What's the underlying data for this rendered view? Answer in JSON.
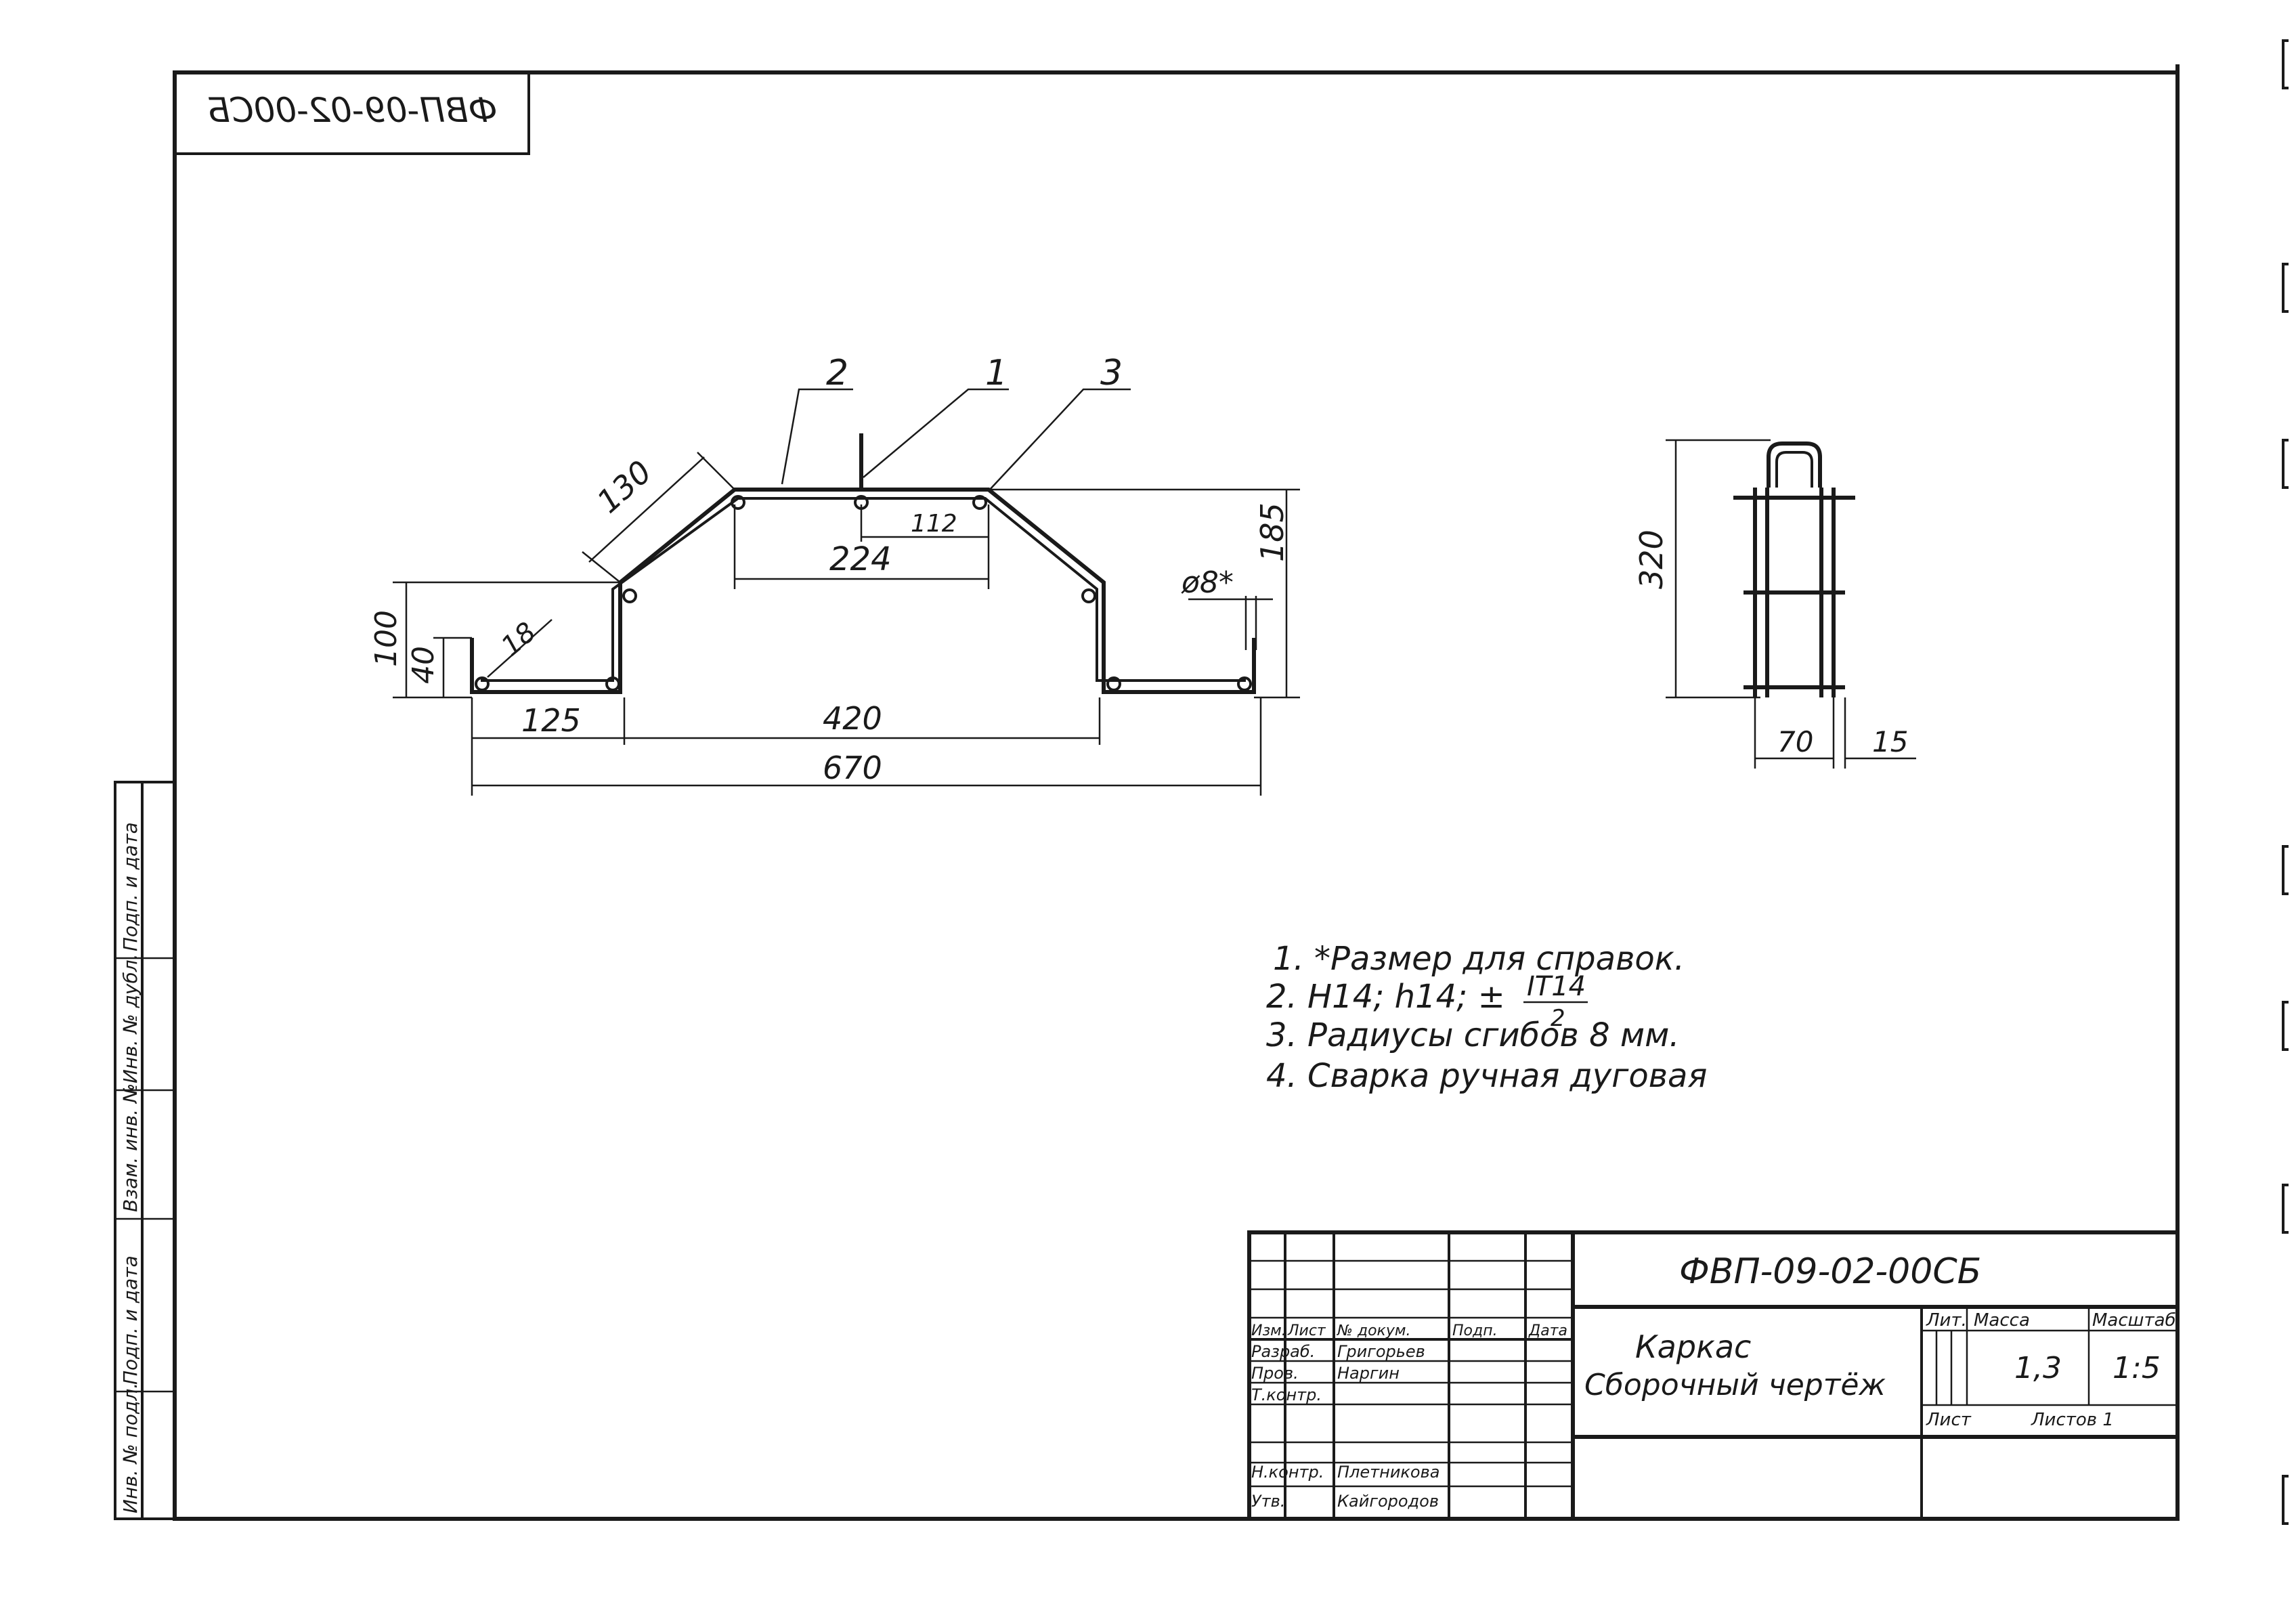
{
  "drawing": {
    "code": "ФВП-09-02-00СБ",
    "code_mirrored": "ФВП-09-02-00СБ"
  },
  "front_view": {
    "callouts": [
      "2",
      "1",
      "3"
    ],
    "dims": {
      "d130": "130",
      "d112": "112",
      "d224": "224",
      "d185": "185",
      "d8": "ø8*",
      "d100": "100",
      "d40": "40",
      "d18": "18",
      "d125": "125",
      "d420": "420",
      "d670": "670"
    }
  },
  "side_view": {
    "dims": {
      "d320": "320",
      "d70": "70",
      "d15": "15"
    }
  },
  "notes": [
    "1. *Размер для справок.",
    "2. H14; h14; ±",
    "IT14",
    "2",
    "3. Радиусы сгибов 8 мм.",
    "4. Сварка ручная дуговая"
  ],
  "title_block": {
    "code": "ФВП-09-02-00СБ",
    "name_line1": "Каркас",
    "name_line2": "Сборочный чертёж",
    "headers": [
      "Изм.",
      "Лист",
      "№ докум.",
      "Подп.",
      "Дата"
    ],
    "rows": [
      {
        "role": "Разраб.",
        "name": "Григорьев",
        "sign": "",
        "date": ""
      },
      {
        "role": "Пров.",
        "name": "Наргин",
        "sign": "",
        "date": ""
      },
      {
        "role": "Т.контр.",
        "name": "",
        "sign": "",
        "date": ""
      },
      {
        "role": "Н.контр.",
        "name": "Плетникова",
        "sign": "",
        "date": ""
      },
      {
        "role": "Утв.",
        "name": "Кайгородов",
        "sign": "",
        "date": ""
      }
    ],
    "lit_label": "Лит.",
    "mass_label": "Масса",
    "scale_label": "Масштаб",
    "mass_value": "1,3",
    "scale_value": "1:5",
    "sheet_label": "Лист",
    "sheets_label": "Листов 1"
  },
  "left_stamp": {
    "labels": [
      "Подп. и дата",
      "Инв. № дубл.",
      "Взам. инв. №",
      "Подп. и дата",
      "Инв. № подл."
    ]
  }
}
